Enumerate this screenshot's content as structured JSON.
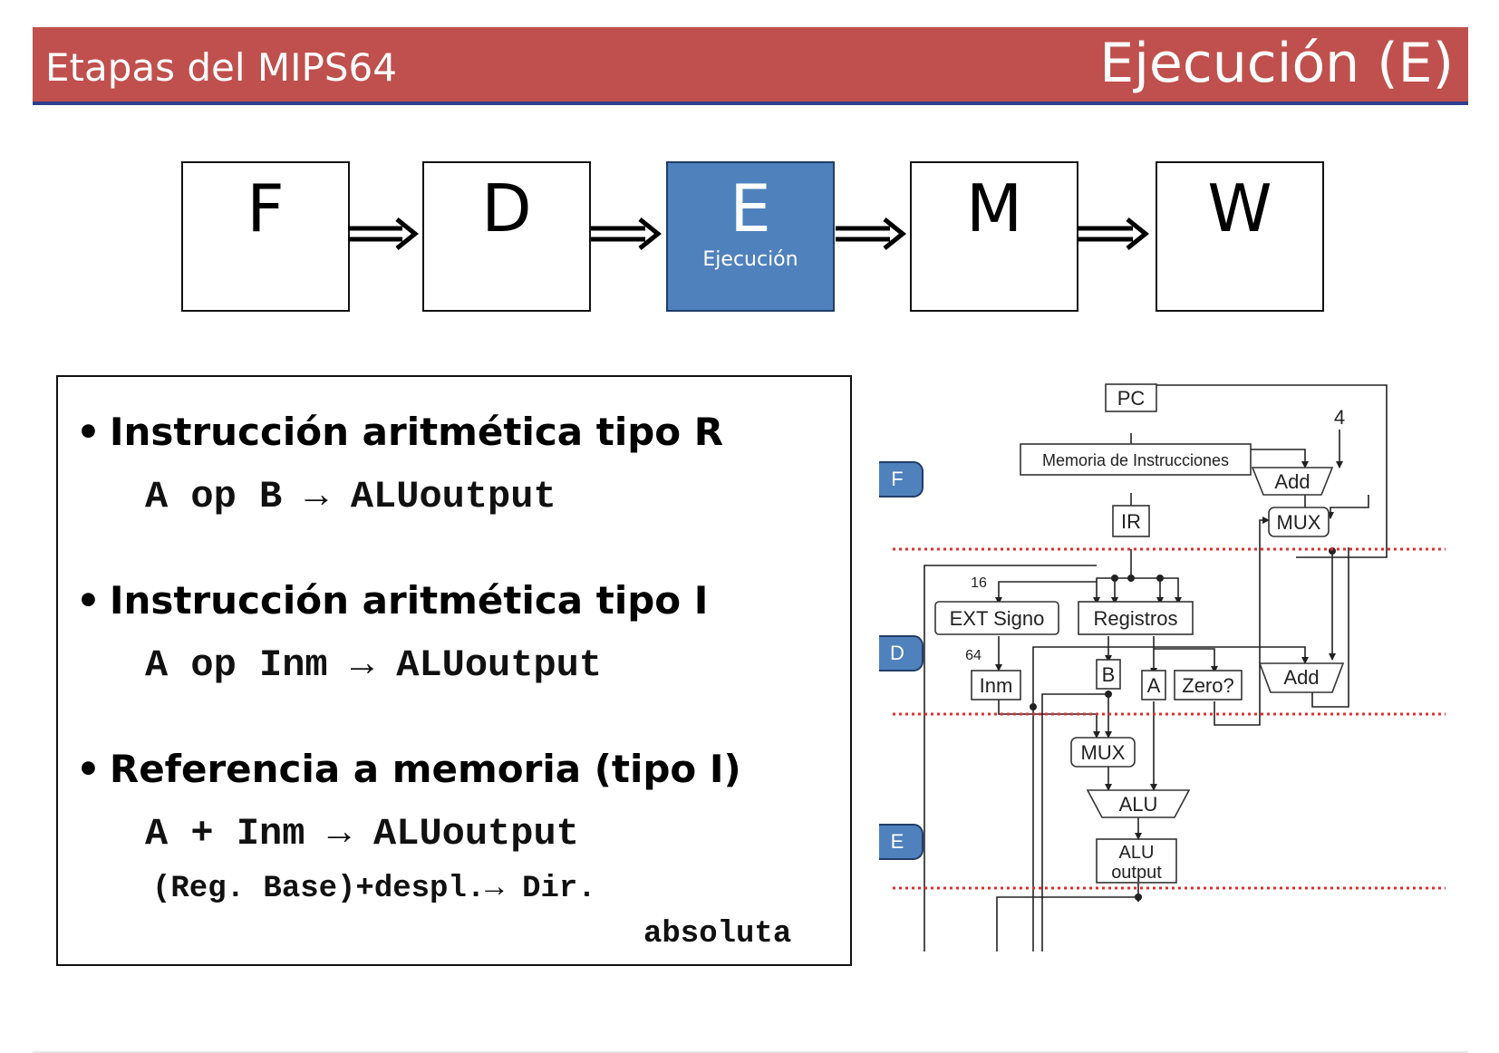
{
  "header": {
    "left_title": "Etapas del MIPS64",
    "right_title": "Ejecución (E)"
  },
  "pipeline": {
    "stages": [
      {
        "letter": "F",
        "sub": ""
      },
      {
        "letter": "D",
        "sub": ""
      },
      {
        "letter": "E",
        "sub": "Ejecución"
      },
      {
        "letter": "M",
        "sub": ""
      },
      {
        "letter": "W",
        "sub": ""
      }
    ],
    "active_stage": "E",
    "active_color": "#4f81bd"
  },
  "info": {
    "items": [
      {
        "title": "Instrucción aritmética tipo R",
        "code": "A op B → ALUoutput"
      },
      {
        "title": "Instrucción aritmética tipo I",
        "code": "A op Inm → ALUoutput"
      },
      {
        "title": "Referencia a memoria (tipo I)",
        "code": "A + Inm → ALUoutput",
        "detail_1": "(Reg. Base)+despl.→ Dir.",
        "detail_2": "absoluta"
      }
    ]
  },
  "datapath": {
    "stage_badges": [
      "F",
      "D",
      "E"
    ],
    "badge_color": "#4f81bd",
    "separator_color": "#e03030",
    "pc": "PC",
    "const_4": "4",
    "instr_mem": "Memoria de Instrucciones",
    "add_top": "Add",
    "ir": "IR",
    "mux_top": "MUX",
    "label_16": "16",
    "label_64": "64",
    "ext_signo": "EXT Signo",
    "registros": "Registros",
    "add_mid": "Add",
    "inm": "Inm",
    "reg_b": "B",
    "reg_a": "A",
    "zero": "Zero?",
    "mux_alu": "MUX",
    "alu": "ALU",
    "alu_output_1": "ALU",
    "alu_output_2": "output"
  }
}
